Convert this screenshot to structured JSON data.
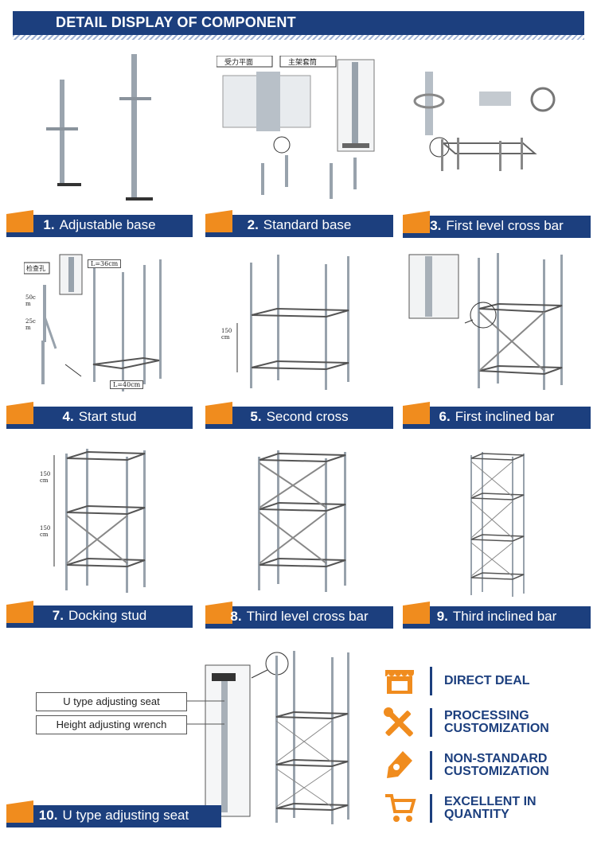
{
  "header": {
    "title": "DETAIL DISPLAY OF COMPONENT"
  },
  "steps": [
    {
      "num": "1.",
      "label": "Adjustable base"
    },
    {
      "num": "2.",
      "label": "Standard base"
    },
    {
      "num": "3.",
      "label": "First level cross bar"
    },
    {
      "num": "4.",
      "label": "Start stud"
    },
    {
      "num": "5.",
      "label": "Second cross"
    },
    {
      "num": "6.",
      "label": "First inclined bar"
    },
    {
      "num": "7.",
      "label": "Docking stud"
    },
    {
      "num": "8.",
      "label": "Third level cross bar"
    },
    {
      "num": "9.",
      "label": "Third inclined bar"
    },
    {
      "num": "10.",
      "label": "U type adjusting seat"
    }
  ],
  "diagram_text": {
    "p2_box1": "受力平面",
    "p2_box2": "主架套筒",
    "p4_hole": "检查孔",
    "p4_len1": "L=36cm",
    "p4_len2": "L=40cm",
    "p4_dim1": "50c m",
    "p4_dim2": "25c m",
    "p5_dim": "150 cm",
    "p7_dim1": "150 cm",
    "p7_dim2": "150 cm"
  },
  "callouts": {
    "u_seat": "U type adjusting seat",
    "wrench": "Height adjusting wrench"
  },
  "features": [
    {
      "icon": "shop-icon",
      "text": "DIRECT DEAL"
    },
    {
      "icon": "tools-icon",
      "text": "PROCESSING CUSTOMIZATION"
    },
    {
      "icon": "pen-icon",
      "text": "NON-STANDARD CUSTOMIZATION"
    },
    {
      "icon": "cart-icon",
      "text": "EXCELLENT IN QUANTITY"
    }
  ],
  "colors": {
    "navy": "#1c3f7e",
    "orange": "#f08c1e",
    "steel": "#8f9aa6"
  }
}
